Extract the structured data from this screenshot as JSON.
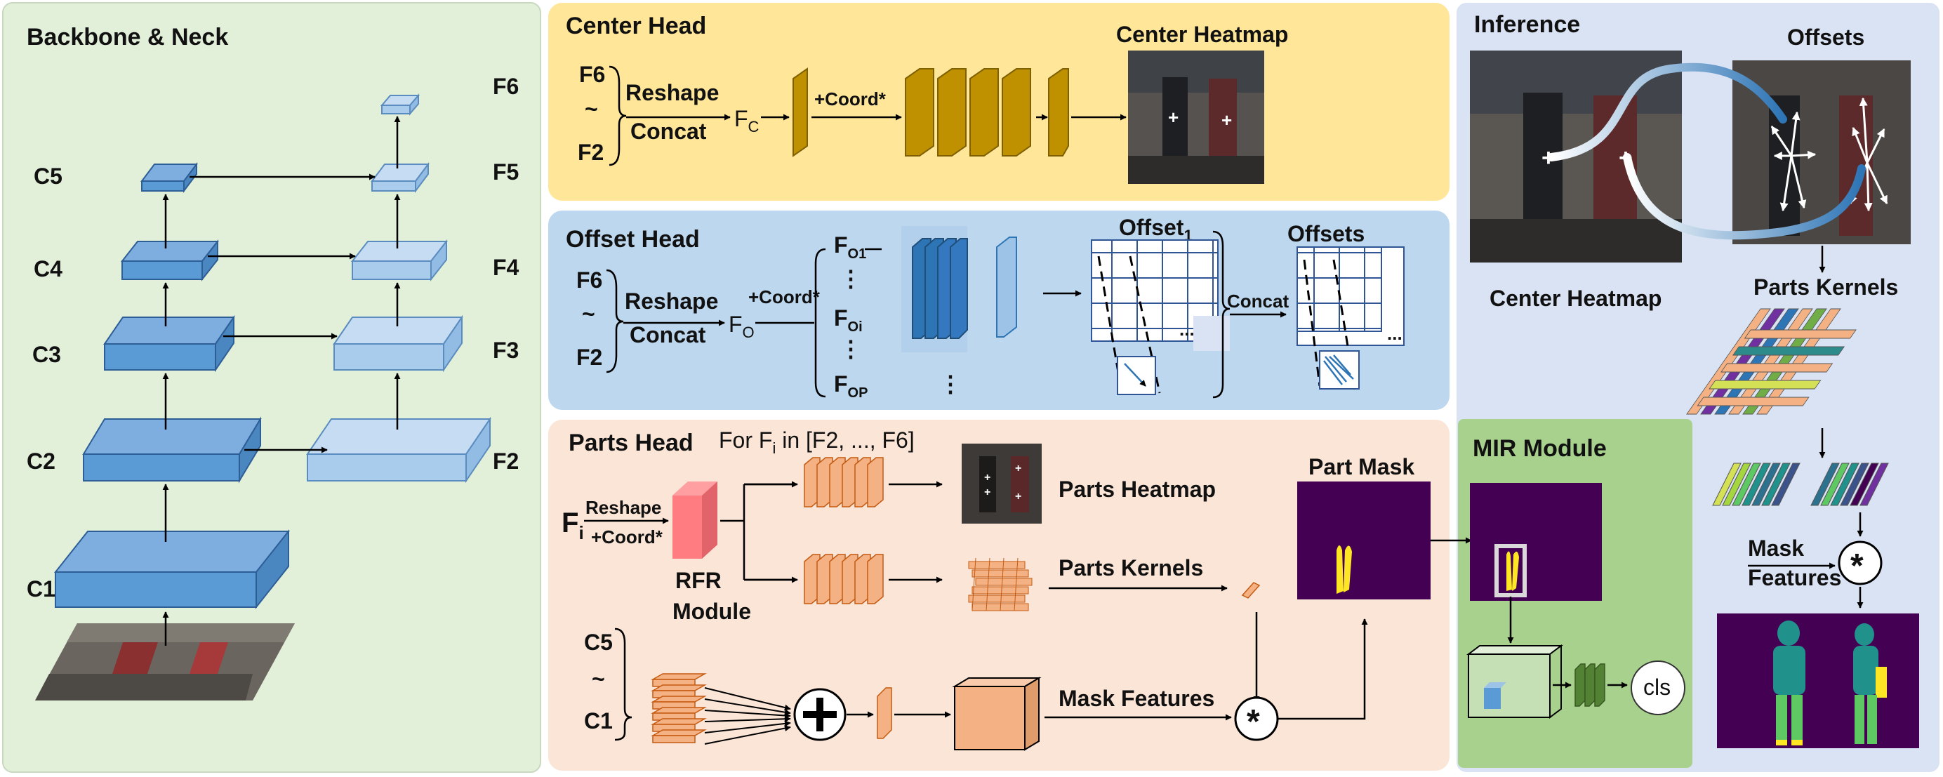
{
  "panels": {
    "backbone": {
      "title": "Backbone & Neck",
      "c_labels": [
        "C1",
        "C2",
        "C3",
        "C4",
        "C5"
      ],
      "f_labels": [
        "F2",
        "F3",
        "F4",
        "F5",
        "F6"
      ]
    },
    "center": {
      "title": "Center Head",
      "top": "F6",
      "tilde": "~",
      "bottom": "F2",
      "reshape": "Reshape",
      "concat": "Concat",
      "fc": "F",
      "fc_sub": "C",
      "coord": "+Coord*",
      "heatmap_title": "Center Heatmap"
    },
    "offset": {
      "title": "Offset Head",
      "top": "F6",
      "tilde": "~",
      "bottom": "F2",
      "reshape": "Reshape",
      "concat": "Concat",
      "fo": "F",
      "fo_sub": "O",
      "coord": "+Coord*",
      "branches": [
        {
          "t": "F",
          "s": "O1"
        },
        {
          "t": "F",
          "s": "Oi"
        },
        {
          "t": "F",
          "s": "OP"
        }
      ],
      "vdots": "⋮",
      "offset1": "Offset",
      "offset1_sub": "1",
      "concat2": "Concat",
      "offsets": "Offsets",
      "dots": "..."
    },
    "parts": {
      "title": "Parts Head",
      "for_pre": "For F",
      "for_sub": "i",
      "for_post": " in [F2, ..., F6]",
      "fi": "F",
      "fi_sub": "i",
      "reshape": "Reshape",
      "coord": "+Coord*",
      "rfr1": "RFR",
      "rfr2": "Module",
      "parts_heatmap": "Parts Heatmap",
      "parts_kernels": "Parts Kernels",
      "c5": "C5",
      "tilde": "~",
      "c1": "C1",
      "mask_features": "Mask Features",
      "part_mask": "Part Mask",
      "vdots": "⋮"
    },
    "mir": {
      "title": "MIR Module",
      "cls": "cls"
    },
    "inference": {
      "title": "Inference",
      "offsets": "Offsets",
      "center_heatmap": "Center Heatmap",
      "parts_kernels": "Parts Kernels",
      "mask": "Mask",
      "features": "Features"
    }
  },
  "colors": {
    "backbone_bg": "#e2efd9",
    "center_bg": "#ffe699",
    "offset_bg": "#bdd7ee",
    "parts_bg": "#fbe5d6",
    "inference_bg": "#dae3f3",
    "mir_bg": "#a9d18e",
    "blue_dark": "#5b9bd5",
    "blue_light": "#9dc3e6",
    "gold": "#bf9000",
    "peach": "#f4b183",
    "pink": "#ff7c80",
    "purple": "#440154",
    "yellow": "#fde725"
  }
}
